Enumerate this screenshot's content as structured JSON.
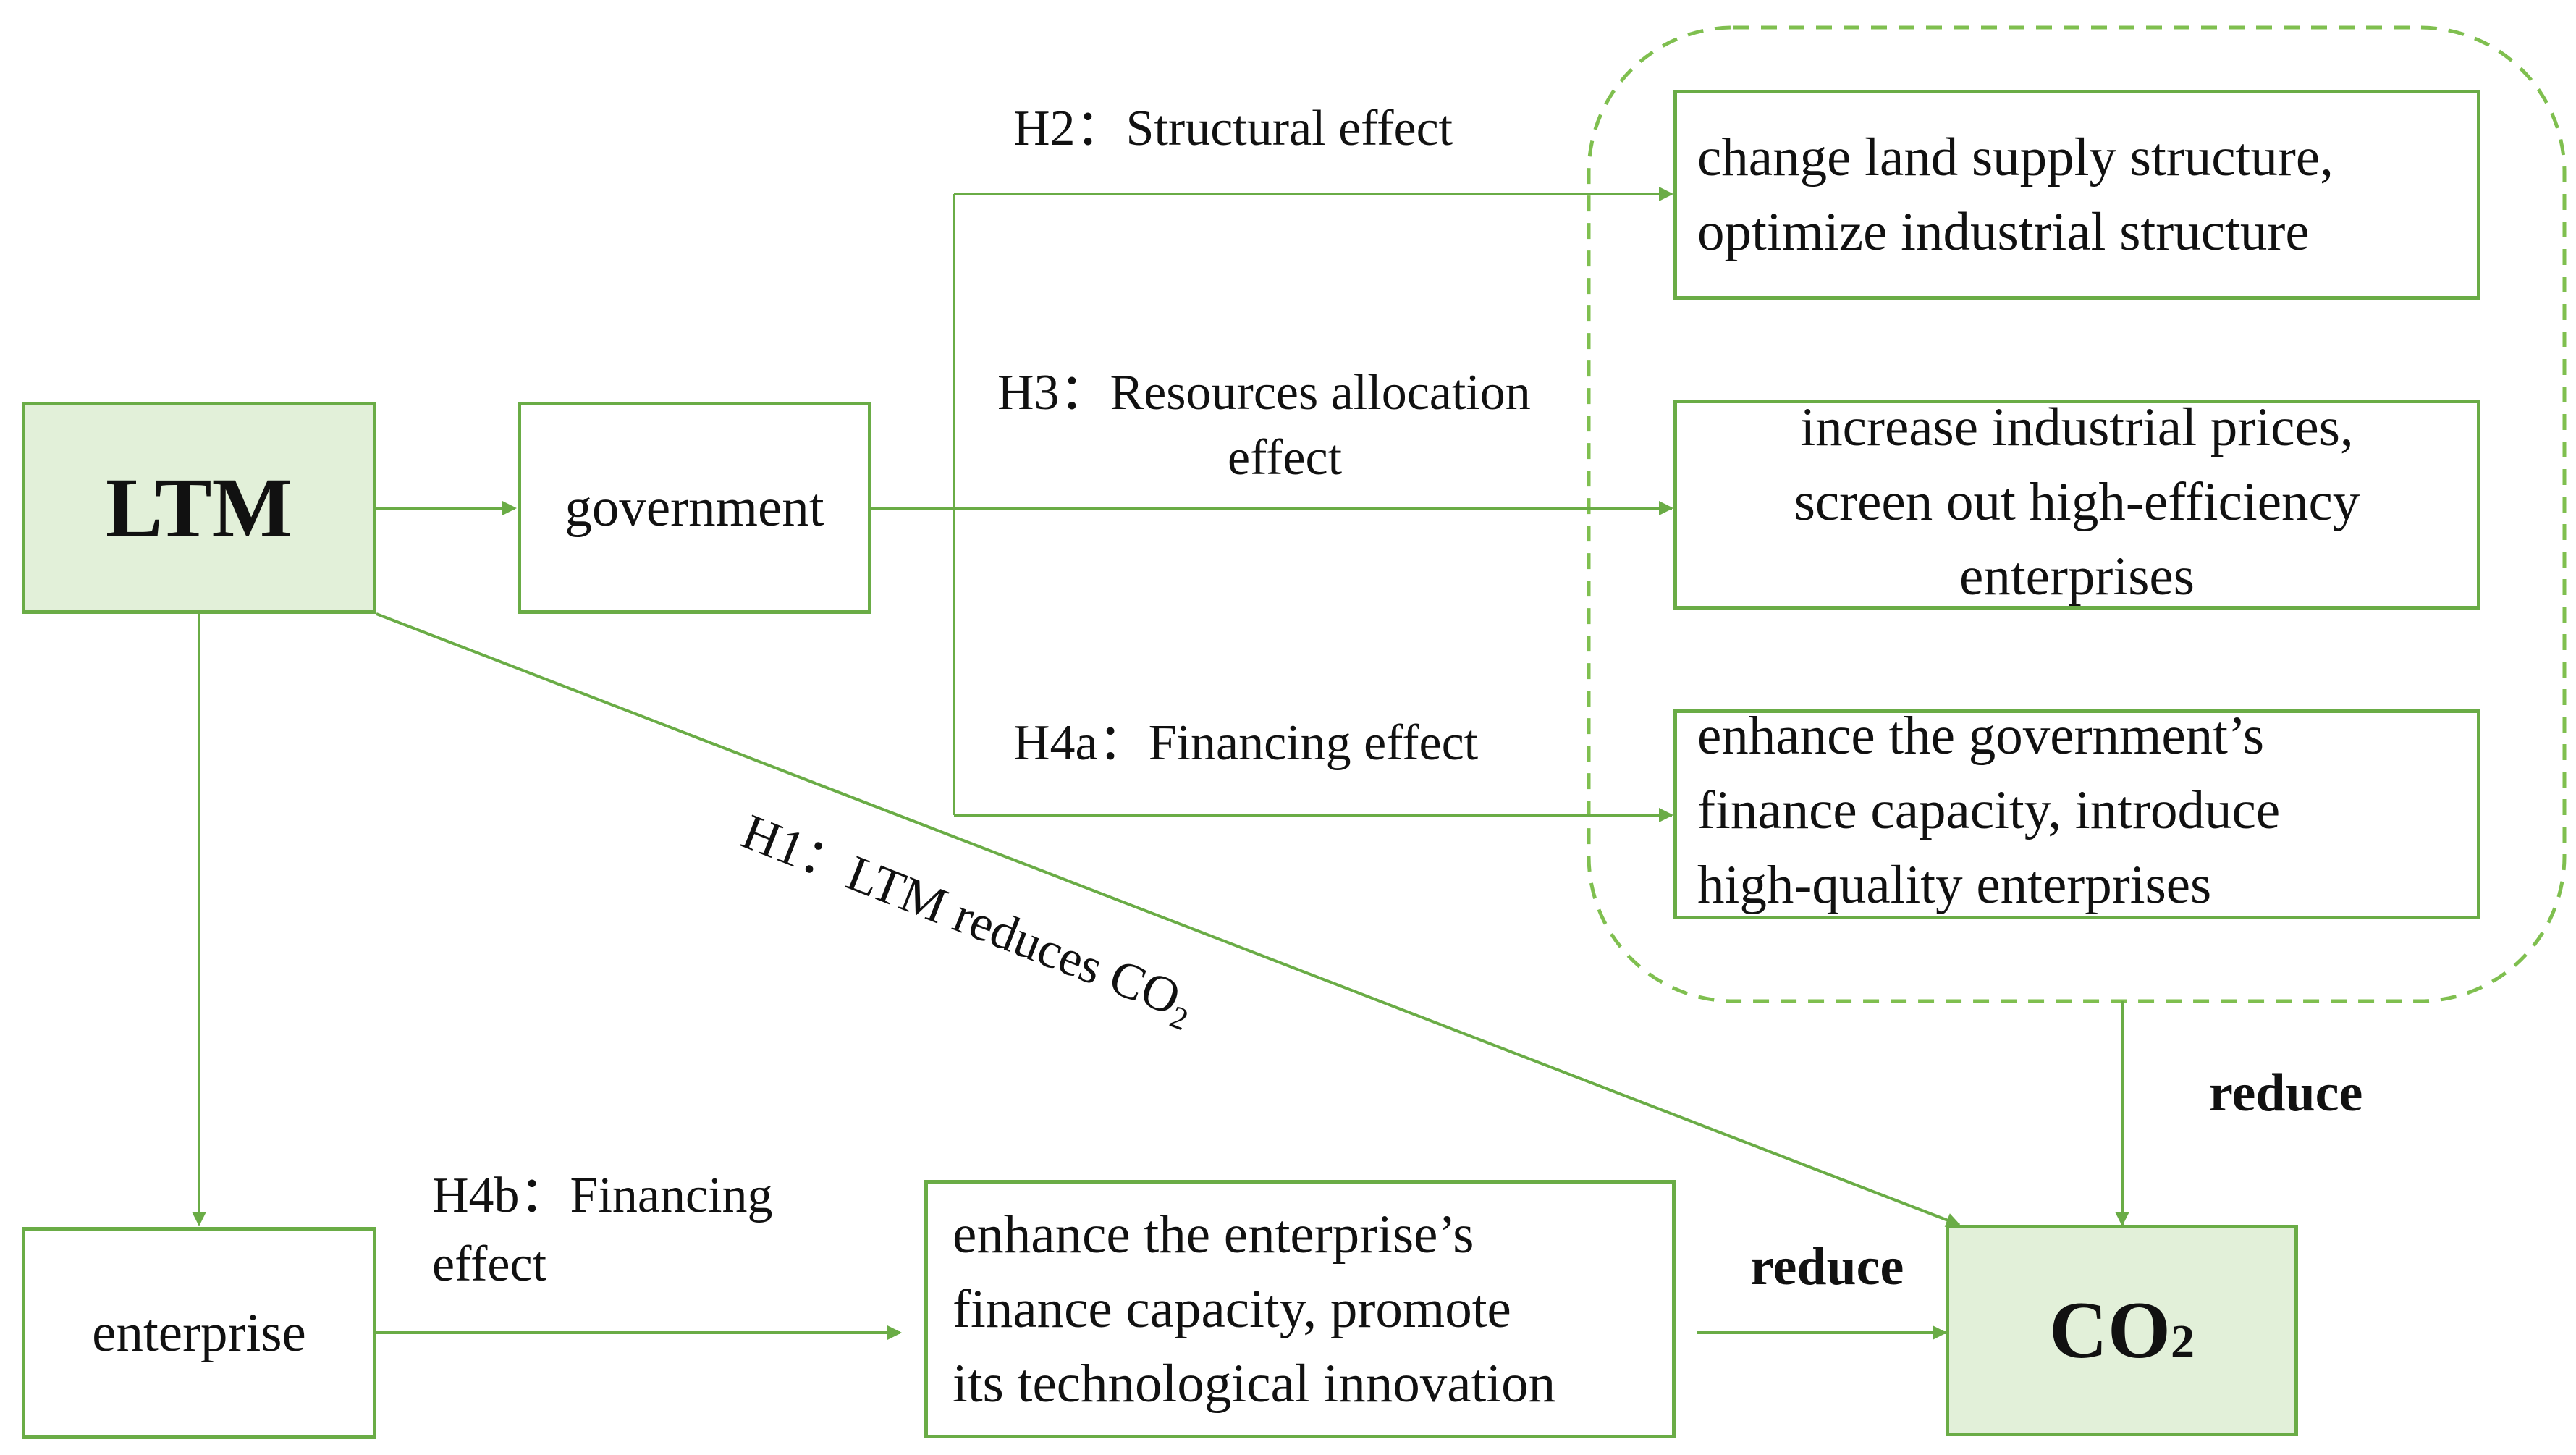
{
  "colors": {
    "line": "#6aac46",
    "fill_green": "#e2f0d9",
    "text": "#111111"
  },
  "nodes": {
    "ltm": "LTM",
    "government": "government",
    "enterprise": "enterprise",
    "co2_base": "CO",
    "co2_sub": "2",
    "structure_box": [
      "change land supply structure,",
      "optimize industrial structure"
    ],
    "allocation_box": [
      "increase industrial prices,",
      "screen out high-efficiency",
      "enterprises"
    ],
    "gov_finance_box": [
      "enhance the government’s",
      "finance capacity, introduce",
      "high-quality enterprises"
    ],
    "ent_finance_box": [
      "enhance the enterprise’s",
      "finance capacity, promote",
      "its technological innovation"
    ]
  },
  "edges": {
    "h2": "H2：Structural effect",
    "h3": [
      "H3：Resources allocation",
      "effect"
    ],
    "h4a": "H4a：Financing effect",
    "h4b": [
      "H4b：Financing",
      "effect"
    ],
    "h1_base": "H1：LTM reduces CO",
    "h1_sub": "2",
    "reduce_right": "reduce",
    "reduce_bottom": "reduce"
  }
}
